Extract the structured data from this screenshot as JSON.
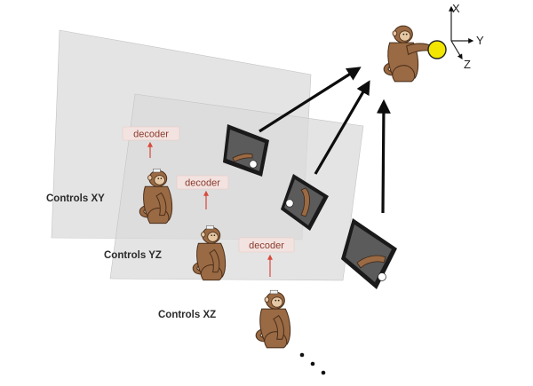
{
  "labels": {
    "controls_xy": "Controls XY",
    "controls_yz": "Controls YZ",
    "controls_xz": "Controls XZ",
    "decoder": "decoder"
  },
  "axes": {
    "x": "X",
    "y": "Y",
    "z": "Z"
  },
  "ellipsis": "• • •",
  "colors": {
    "plane": "#d9d9d9",
    "monkey_fur": "#9a6a44",
    "monkey_face": "#e6c7a3",
    "decoder_arrow": "#d94a3a",
    "target_ball": "#f2e600",
    "screen": "#1a1a1a"
  }
}
